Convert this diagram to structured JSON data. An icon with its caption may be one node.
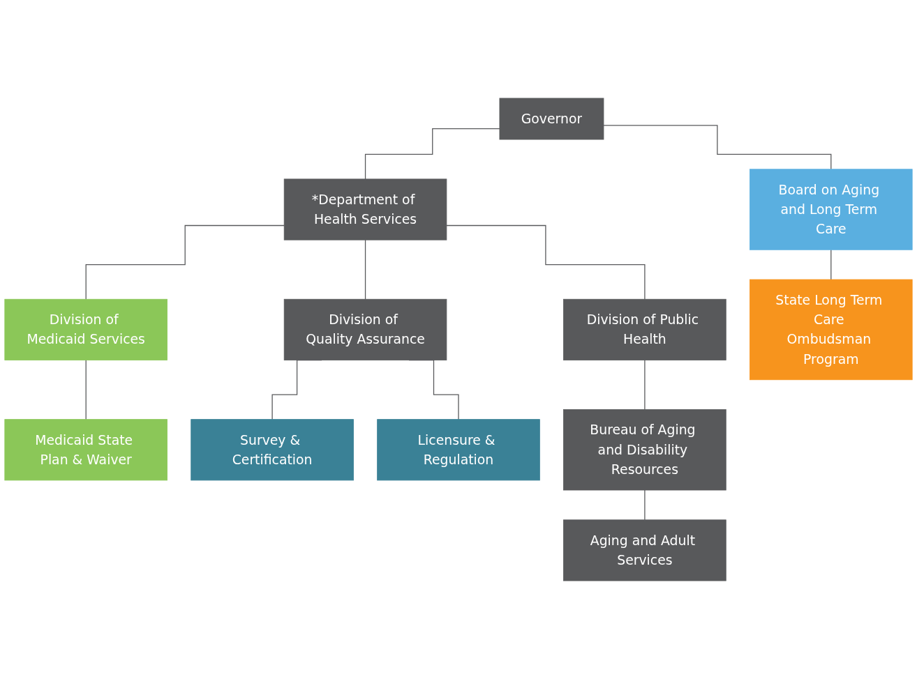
{
  "diagram": {
    "nodes": [
      {
        "text": [
          "Governor"
        ]
      },
      {
        "text": [
          "*Department of Health Services"
        ]
      },
      {
        "text": [
          "Board on Aging and Long Term Care"
        ]
      },
      {
        "text": [
          "Division of Medicaid Services"
        ]
      },
      {
        "text": [
          "Division of Quality Assurance"
        ]
      },
      {
        "text": [
          "Division of Public Health"
        ]
      },
      {
        "text": [
          "State Long Term Care Ombudsman Program"
        ]
      },
      {
        "text": [
          "Medicaid State Plan & Waiver"
        ]
      },
      {
        "text": [
          "Survey & Certification"
        ]
      },
      {
        "text": [
          "Licensure & Regulation"
        ]
      },
      {
        "text": [
          "Bureau of Aging and Disability Resources"
        ]
      },
      {
        "text": [
          "Aging and Adult Services"
        ]
      }
    ],
    "edges": [
      {
        "from": 0,
        "to": 1,
        "arrow": "none"
      },
      {
        "from": 0,
        "to": 2,
        "arrow": "none"
      },
      {
        "from": 1,
        "to": 3,
        "arrow": "none"
      },
      {
        "from": 1,
        "to": 4,
        "arrow": "none"
      },
      {
        "from": 1,
        "to": 5,
        "arrow": "none"
      },
      {
        "from": 2,
        "to": 6,
        "arrow": "none"
      },
      {
        "from": 3,
        "to": 7,
        "arrow": "none"
      },
      {
        "from": 4,
        "to": 8,
        "arrow": "none"
      },
      {
        "from": 4,
        "to": 9,
        "arrow": "none"
      },
      {
        "from": 5,
        "to": 10,
        "arrow": "none"
      },
      {
        "from": 10,
        "to": 11,
        "arrow": "none"
      }
    ]
  }
}
